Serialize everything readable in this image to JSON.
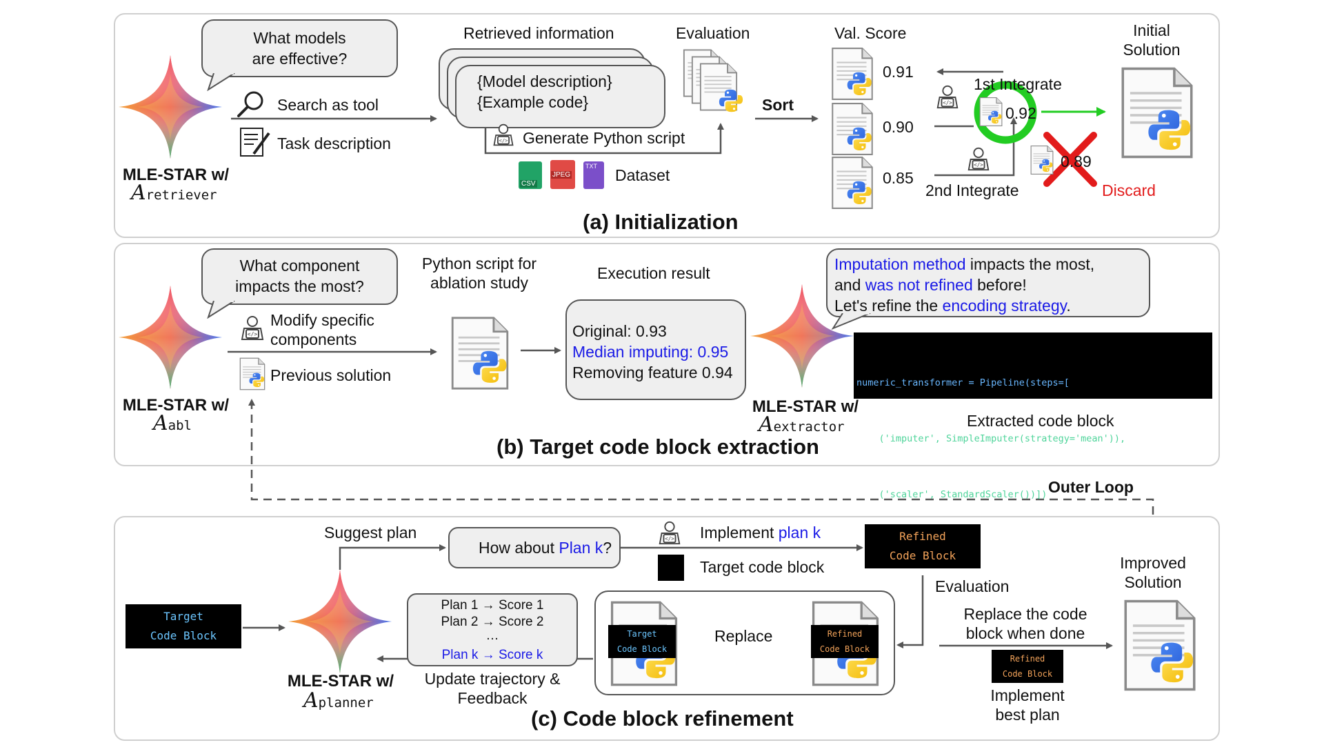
{
  "panel_a": {
    "title": "(a) Initialization",
    "agent_label": "MLE-STAR w/",
    "agent_symbol": "A",
    "agent_sub": "retriever",
    "question": "What models are effective?",
    "search_tool": "Search as tool",
    "task_description": "Task description",
    "retrieved_header": "Retrieved information",
    "model_description": "{Model description}",
    "example_code": "{Example code}",
    "generate_script": "Generate Python script",
    "dataset": "Dataset",
    "file_badges": [
      "CSV",
      "JPEG",
      "TXT"
    ],
    "evaluation": "Evaluation",
    "sort": "Sort",
    "val_score_header": "Val. Score",
    "scores": [
      "0.91",
      "0.90",
      "0.85"
    ],
    "first_integrate": "1st Integrate",
    "integrated_score": "0.92",
    "second_integrate": "2nd Integrate",
    "discarded_score": "0.89",
    "discard": "Discard",
    "initial_solution": "Initial Solution"
  },
  "panel_b": {
    "title": "(b) Target code block extraction",
    "agent_label": "MLE-STAR w/",
    "agent_symbol": "A",
    "agent_sub": "abl",
    "question": "What component impacts the most?",
    "modify": "Modify specific components",
    "previous_solution": "Previous solution",
    "ablation_header": "Python script for ablation study",
    "execution_header": "Execution result",
    "original": "Original: 0.93",
    "median": "Median imputing: 0.95",
    "removing": "Removing feature 0.94",
    "extractor_label": "MLE-STAR w/",
    "extractor_symbol": "A",
    "extractor_sub": "extractor",
    "insight_1a": "Imputation method",
    "insight_1b": " impacts the most,",
    "insight_2a": "and ",
    "insight_2b": "was not refined",
    "insight_2c": " before!",
    "insight_3a": "Let's refine the ",
    "insight_3b": "encoding strategy",
    "insight_3c": ".",
    "code_line1": "numeric_transformer = Pipeline(steps=[",
    "code_line2": "    ('imputer', SimpleImputer(strategy='mean')),",
    "code_line3": "    ('scaler', StandardScaler())])",
    "extracted_label": "Extracted code block"
  },
  "outer_loop": "Outer Loop",
  "panel_c": {
    "title": "(c) Code block refinement",
    "agent_label": "MLE-STAR w/",
    "agent_symbol": "A",
    "agent_sub": "planner",
    "target_block_line1": "Target",
    "target_block_line2": "Code Block",
    "suggest_plan": "Suggest plan",
    "how_about_a": "How about ",
    "how_about_b": "Plan k",
    "how_about_c": "?",
    "implement_a": "Implement ",
    "implement_b": "plan k",
    "target_code_block": "Target code block",
    "refined_line1": "Refined",
    "refined_line2": "Code Block",
    "evaluation": "Evaluation",
    "plan1": "Plan 1 → Score 1",
    "plan2": "Plan 2 → Score 2",
    "ellipsis": "…",
    "plank": "Plan k → Score k",
    "update_line1": "Update trajectory &",
    "update_line2": "Feedback",
    "replace": "Replace",
    "replace_when_done_1": "Replace the code",
    "replace_when_done_2": "block when done",
    "improved_solution_1": "Improved",
    "improved_solution_2": "Solution",
    "implement_best_1": "Implement",
    "implement_best_2": "best plan"
  },
  "colors": {
    "highlight_blue": "#1a1ae6",
    "discard_red": "#e21b1b",
    "integrate_green": "#22cc22",
    "code_cyan": "#6cc6ff",
    "code_orange": "#f3a35a"
  }
}
